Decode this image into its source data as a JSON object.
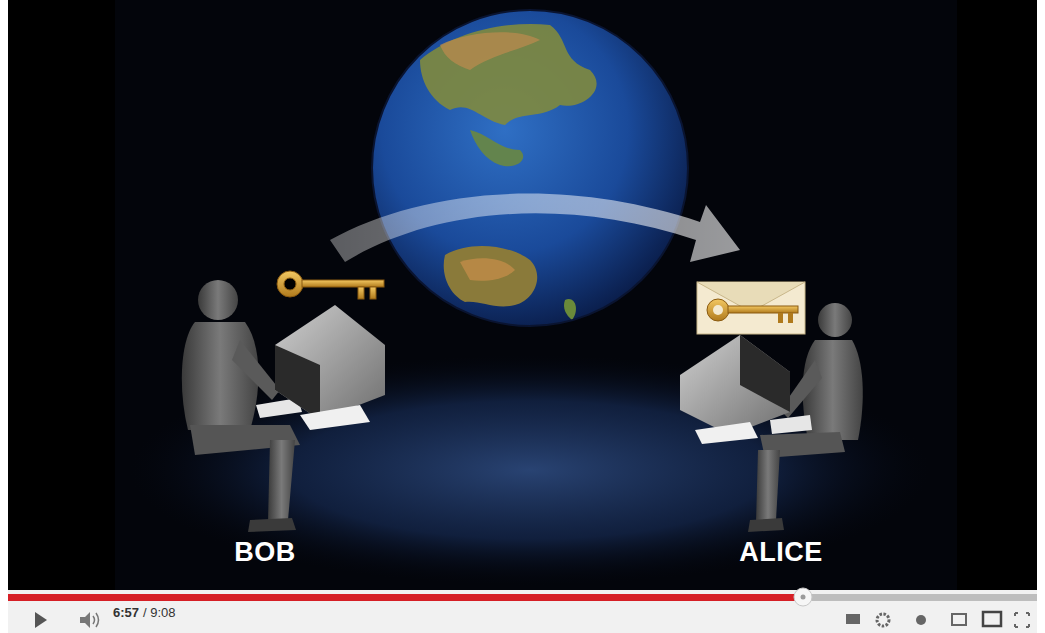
{
  "diagram": {
    "labels": [
      "BOB",
      "ALICE",
      "6:57",
      "/ 9:08"
    ]
  }
}
